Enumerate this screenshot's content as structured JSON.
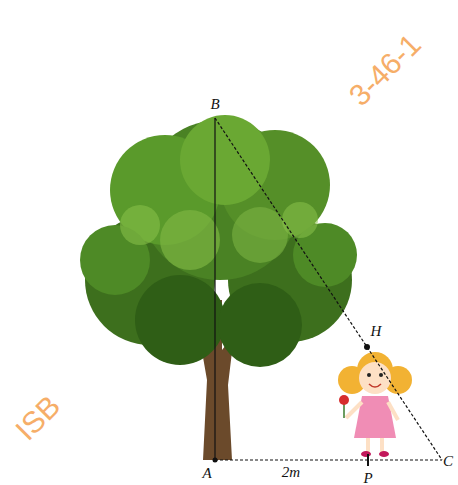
{
  "diagram": {
    "labels": [
      "B",
      "H",
      "A",
      "2m",
      "P",
      "C",
      "3-46-1",
      "ISB"
    ]
  }
}
